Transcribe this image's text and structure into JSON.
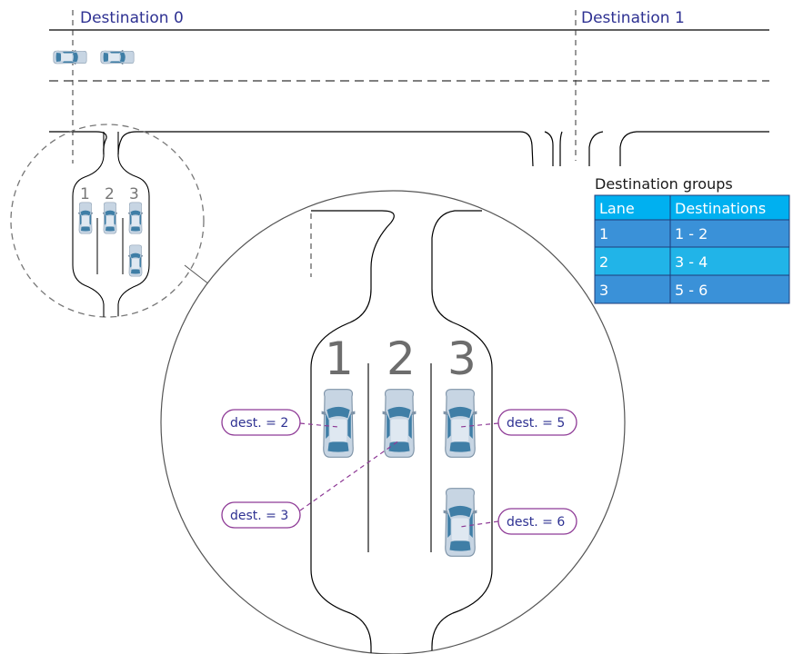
{
  "destinations": {
    "d0": "Destination 0",
    "d1": "Destination 1"
  },
  "lanes": {
    "l1": "1",
    "l2": "2",
    "l3": "3"
  },
  "callouts": {
    "c1": "dest. = 2",
    "c2": "dest. = 3",
    "c3": "dest. = 5",
    "c4": "dest. = 6"
  },
  "table": {
    "title": "Destination groups",
    "headers": {
      "lane": "Lane",
      "destinations": "Destinations"
    },
    "rows": [
      {
        "lane": "1",
        "destinations": "1 - 2"
      },
      {
        "lane": "2",
        "destinations": "3 - 4"
      },
      {
        "lane": "3",
        "destinations": "5 - 6"
      }
    ]
  },
  "colors": {
    "table_header": "#00b0f0",
    "row_1": "#3a91d8",
    "row_2": "#21b4e8",
    "row_3": "#3a91d8",
    "destination_text": "#2e3192",
    "callout_border": "#8e3a96",
    "car_body": "#c7d5e3",
    "car_glass": "#3f7ea6"
  }
}
